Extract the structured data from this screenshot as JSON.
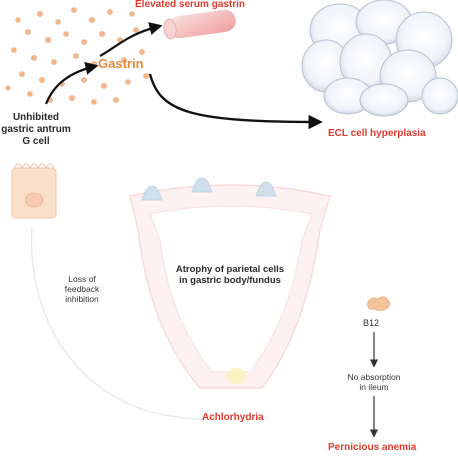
{
  "labels": {
    "elevated_serum_gastrin": "Elevated serum gastrin",
    "gastrin": "Gastrin",
    "unhibited_g_cell": [
      "Unhibited",
      "gastric antrum",
      "G cell"
    ],
    "ecl_cell_hyperplasia": "ECL cell hyperplasia",
    "loss_of_feedback_inhibition": [
      "Loss of",
      "feedback",
      "inhibition"
    ],
    "atrophy_of_parietal_cells": [
      "Atrophy of parietal cells",
      "in gastric body/fundus"
    ],
    "b12": "B12",
    "no_absorption_in_ileum": [
      "No absorption",
      "in ileum"
    ],
    "achlorhydria": "Achlorhydria",
    "pernicious_anemia": "Pernicious anemia"
  },
  "colors": {
    "accent_red": "#e23a2e",
    "gastrin_orange": "#e38a3c",
    "granule_orange": "#f2b98e",
    "ecl_cell_blue": "#d6dde8",
    "text_dark": "#2a2a2a"
  }
}
